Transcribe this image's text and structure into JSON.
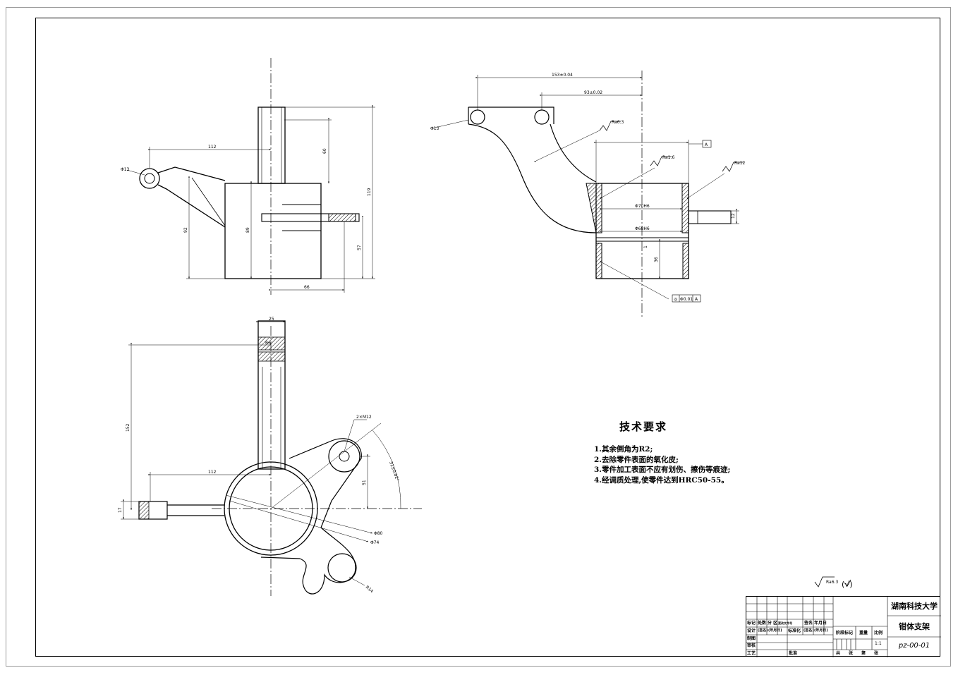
{
  "drawing": {
    "views": {
      "front": {
        "dims": [
          "112",
          "Φ13",
          "60",
          "92",
          "89",
          "57",
          "66",
          "119"
        ]
      },
      "top": {
        "dims": [
          "25",
          "R6",
          "152",
          "112",
          "17",
          "2×M12",
          "51",
          "31±0.02°",
          "Φ80",
          "Φ74",
          "R14"
        ]
      },
      "section": {
        "dims": [
          "153±0.04",
          "93±0.02",
          "Φ13",
          "Φ70H6",
          "Φ68H6",
          "36",
          "12",
          "1"
        ],
        "roughness": [
          "Ra6.3",
          "Ra1.6",
          "Ra12"
        ],
        "datum": "A",
        "tolerance": [
          "◎",
          "Φ0.01",
          "A"
        ]
      }
    }
  },
  "tech_requirements": {
    "title": "技术要求",
    "items": [
      "1.其余倒角为R2;",
      "2.去除零件表面的氧化皮;",
      "3.零件加工表面不应有划伤、擦伤等痕迹;",
      "4.经调质处理,使零件达到HRC50-55。"
    ]
  },
  "surface_note": {
    "symbol": "Ra6.3",
    "suffix": "(√)"
  },
  "title_block": {
    "school": "湖南科技大学",
    "part_name": "钳体支架",
    "code": "pz-00-01",
    "scale": "1:1",
    "labels": {
      "mark": "标记",
      "count": "处数",
      "zone": "分 区",
      "change_doc": "更改文件号",
      "sign": "签名",
      "date": "年月日",
      "design": "设计",
      "sign2": "(签名)",
      "date2": "(年月日)",
      "standard": "标准化",
      "draw": "制图",
      "check": "审核",
      "craft": "工艺",
      "approve": "批准",
      "stage": "阶段标记",
      "weight": "重量",
      "ratio": "比例",
      "total": "共",
      "sheet": "张",
      "page": "第",
      "sheet2": "张"
    }
  }
}
